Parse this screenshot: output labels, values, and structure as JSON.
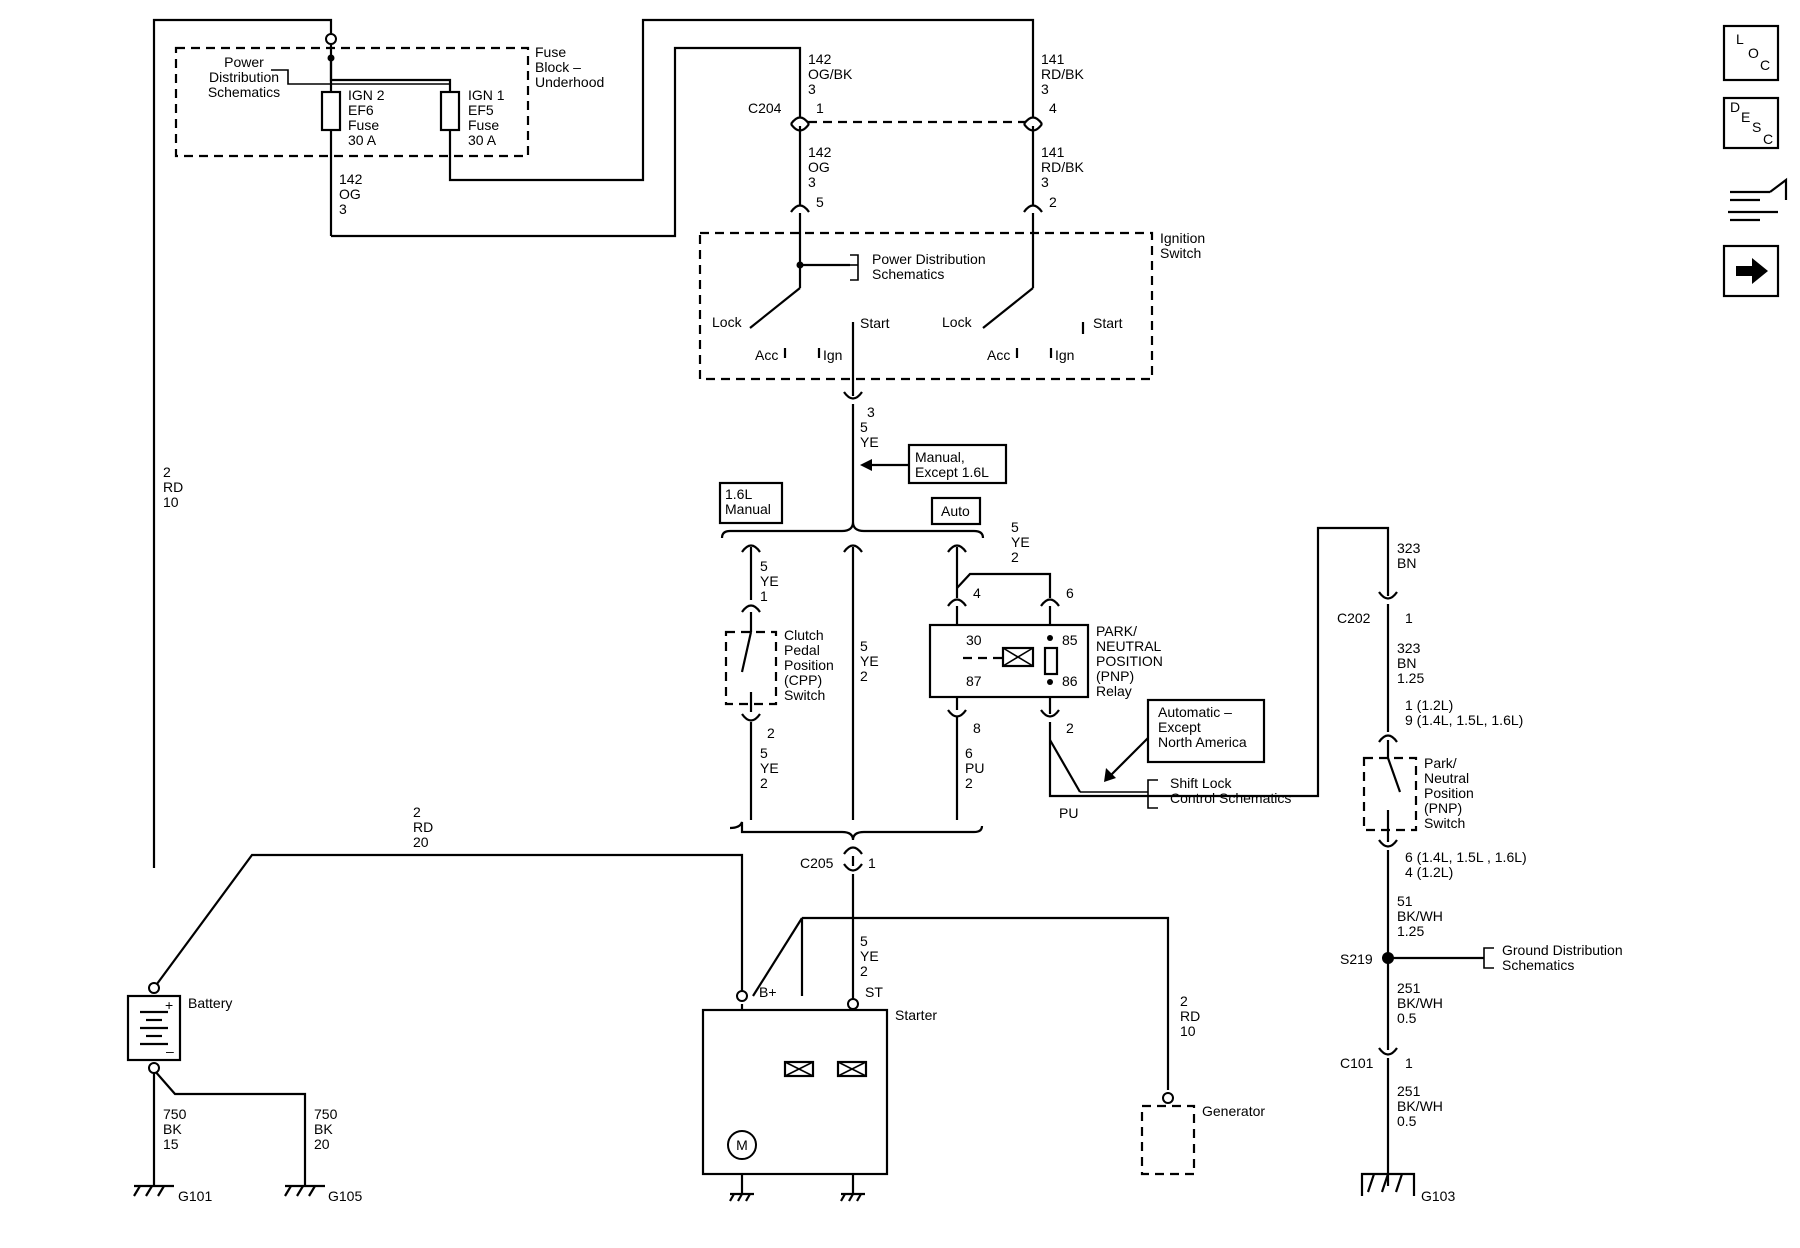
{
  "diagram": {
    "fuse_block": {
      "title": [
        "Fuse",
        "Block –",
        "Underhood"
      ],
      "power_dist": [
        "Power",
        "Distribution",
        "Schematics"
      ],
      "ign2": [
        "IGN 2",
        "EF6",
        "Fuse",
        "30 A"
      ],
      "ign1": [
        "IGN 1",
        "EF5",
        "Fuse",
        "30 A"
      ]
    },
    "wires": {
      "w142og_top": [
        "142",
        "OG",
        "3"
      ],
      "w142ogbk": [
        "142",
        "OG/BK",
        "3"
      ],
      "w141rdbk_top": [
        "141",
        "RD/BK",
        "3"
      ],
      "w142og": [
        "142",
        "OG",
        "3"
      ],
      "w141rdbk": [
        "141",
        "RD/BK",
        "3"
      ],
      "w2rd10_left": [
        "2",
        "RD",
        "10"
      ],
      "w5ye_main": [
        "5",
        "YE"
      ],
      "w5ye2_center": [
        "5",
        "YE",
        "2"
      ],
      "w5ye1_cpp": [
        "5",
        "YE",
        "1"
      ],
      "w5ye2_cpp": [
        "5",
        "YE",
        "2"
      ],
      "w5ye2_relay": [
        "5",
        "YE",
        "2"
      ],
      "w6pu2": [
        "6",
        "PU",
        "2"
      ],
      "pu": "PU",
      "w2rd20": [
        "2",
        "RD",
        "20"
      ],
      "w5ye2_st": [
        "5",
        "YE",
        "2"
      ],
      "w2rd10_gen": [
        "2",
        "RD",
        "10"
      ],
      "w750bk15": [
        "750",
        "BK",
        "15"
      ],
      "w750bk20": [
        "750",
        "BK",
        "20"
      ],
      "w323bn": [
        "323",
        "BN"
      ],
      "w323bn125": [
        "323",
        "BN",
        "1.25"
      ],
      "pnp_pins_top": [
        "1 (1.2L)",
        "9 (1.4L, 1.5L, 1.6L)"
      ],
      "pnp_pins_bot": [
        "6 (1.4L, 1.5L , 1.6L)",
        "4 (1.2L)"
      ],
      "w51bkwh": [
        "51",
        "BK/WH",
        "1.25"
      ],
      "w251bkwh_a": [
        "251",
        "BK/WH",
        "0.5"
      ],
      "w251bkwh_b": [
        "251",
        "BK/WH",
        "0.5"
      ]
    },
    "connectors": {
      "c204": "C204",
      "c204_p1": "1",
      "c204_p4": "4",
      "ign_p5": "5",
      "ign_p2": "2",
      "ign_out_p3": "3",
      "c205": "C205",
      "c205_p1": "1",
      "c202": "C202",
      "c202_p1": "1",
      "c101": "C101",
      "c101_p1": "1",
      "s219": "S219",
      "cpp_p2": "2",
      "relay_p4": "4",
      "relay_p6": "6",
      "relay_p8": "8",
      "relay_p2": "2"
    },
    "ignition": {
      "title": [
        "Ignition",
        "Switch"
      ],
      "power_dist": [
        "Power Distribution",
        "Schematics"
      ],
      "lock": "Lock",
      "start": "Start",
      "acc": "Acc",
      "ign": "Ign"
    },
    "option_labels": {
      "manual_except": [
        "Manual,",
        "Except 1.6L"
      ],
      "manual_16": [
        "1.6L",
        "Manual"
      ],
      "auto": "Auto",
      "auto_except_na": [
        "Automatic –",
        "Except",
        "North America"
      ],
      "shift_lock": [
        "Shift Lock",
        "Control Schematics"
      ]
    },
    "cpp_switch": [
      "Clutch",
      "Pedal",
      "Position",
      "(CPP)",
      "Switch"
    ],
    "pnp_relay": {
      "title": [
        "PARK/",
        "NEUTRAL",
        "POSITION",
        "(PNP)",
        "Relay"
      ],
      "p30": "30",
      "p87": "87",
      "p85": "85",
      "p86": "86"
    },
    "pnp_switch": [
      "Park/",
      "Neutral",
      "Position",
      "(PNP)",
      "Switch"
    ],
    "ground_dist": [
      "Ground Distribution",
      "Schematics"
    ],
    "components": {
      "battery": "Battery",
      "starter": "Starter",
      "generator": "Generator",
      "b_plus": "B+",
      "st": "ST",
      "motor": "M",
      "plus": "+",
      "minus": "–"
    },
    "grounds": {
      "g101": "G101",
      "g105": "G105",
      "g103": "G103"
    },
    "nav": {
      "loc": [
        "L",
        "O",
        "C"
      ],
      "desc": [
        "D",
        "E",
        "S",
        "C"
      ]
    }
  }
}
